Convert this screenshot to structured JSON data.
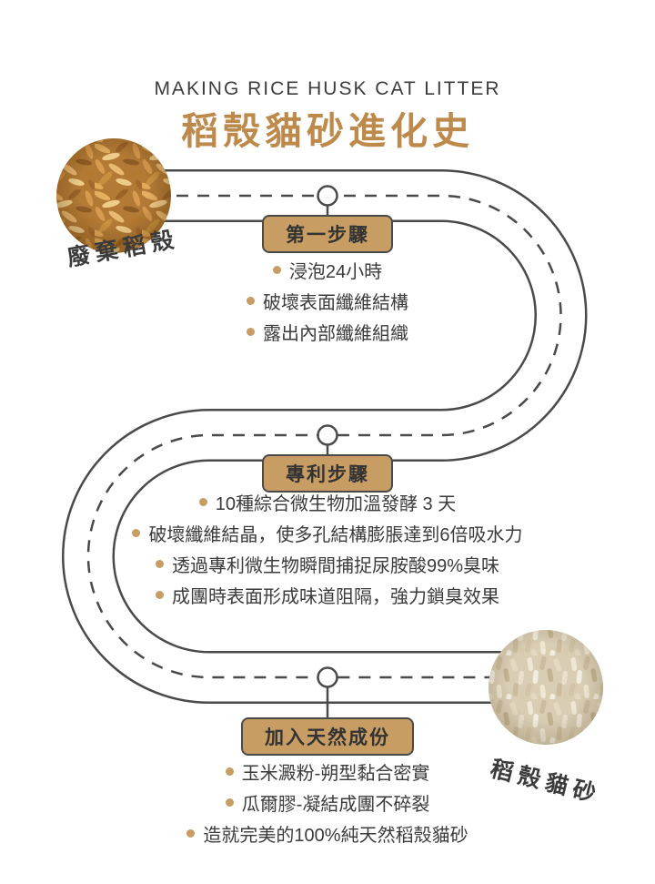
{
  "header": {
    "subtitle": "MAKING RICE HUSK CAT LITTER",
    "title": "稻殼貓砂進化史"
  },
  "photos": {
    "husk_label": "廢棄稻殼",
    "litter_label": "稻殼貓砂",
    "husk_photo": "rice-husk-texture",
    "litter_photo": "rice-husk-cat-litter-texture"
  },
  "steps": [
    {
      "badge": "第一步驟",
      "items": [
        "浸泡24小時",
        "破壞表面纖維結構",
        "露出內部纖維組織"
      ]
    },
    {
      "badge": "專利步驟",
      "items": [
        "10種綜合微生物加溫發酵 3 天",
        "破壞纖維結晶，使多孔結構膨脹達到6倍吸水力",
        "透過專利微生物瞬間捕捉尿胺酸99%臭味",
        "成團時表面形成味道阻隔，強力鎖臭效果"
      ]
    },
    {
      "badge": "加入天然成份",
      "items": [
        "玉米澱粉-朔型黏合密實",
        "瓜爾膠-凝結成團不碎裂",
        "造就完美的100%純天然稻殼貓砂"
      ]
    }
  ],
  "colors": {
    "accent": "#BE8A4C",
    "badge_bg": "#C79D63",
    "ink": "#3B3B3B",
    "road_line": "#4A4A4A"
  }
}
